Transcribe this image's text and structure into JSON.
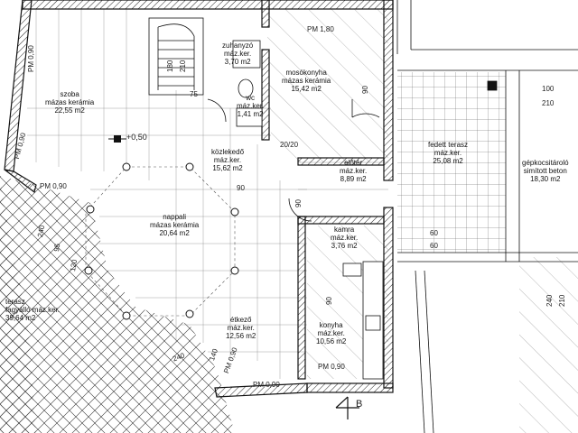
{
  "rooms": [
    {
      "key": "szoba",
      "name": "szoba",
      "floor": "mázas kerámia",
      "area": "22,55 m2"
    },
    {
      "key": "zuhanyzo",
      "name": "zuhanyzó",
      "floor": "máz.ker.",
      "area": "3,70 m2"
    },
    {
      "key": "wc",
      "name": "wc",
      "floor": "máz.ker.",
      "area": "1,41 m2"
    },
    {
      "key": "mosokonyha",
      "name": "mosókonyha",
      "floor": "mázas kerámia",
      "area": "15,42 m2"
    },
    {
      "key": "fedett-terasz",
      "name": "fedett terasz",
      "floor": "máz.ker.",
      "area": "25,08 m2"
    },
    {
      "key": "gepkocsitarolo",
      "name": "gépkocsitároló",
      "floor": "simított beton",
      "area": "18,30 m2"
    },
    {
      "key": "kozlekedo",
      "name": "közlekedő",
      "floor": "máz.ker.",
      "area": "15,62 m2"
    },
    {
      "key": "eloter",
      "name": "előtér",
      "floor": "máz.ker.",
      "area": "8,89 m2"
    },
    {
      "key": "nappali",
      "name": "nappali",
      "floor": "mázas kerámia",
      "area": "20,64 m2"
    },
    {
      "key": "kamra",
      "name": "kamra",
      "floor": "máz.ker.",
      "area": "3,76 m2"
    },
    {
      "key": "terasz",
      "name": "terasz",
      "floor": "fagyálló máz.ker.",
      "area": "39,64 m2"
    },
    {
      "key": "etkezo",
      "name": "étkező",
      "floor": "máz.ker.",
      "area": "12,56 m2"
    },
    {
      "key": "konyha",
      "name": "konyha",
      "floor": "máz.ker.",
      "area": "10,56 m2"
    }
  ],
  "dims": {
    "pm180a": "PM 1,80",
    "pm090a": "PM 0,90",
    "pm090b": "PM 0,90",
    "pm090c": "PM 0,90",
    "pm090d": "PM 0,90",
    "pm090e": "PM 0,90",
    "pm090f": "PM 0,90",
    "level": "+0,50",
    "d180": "180",
    "d210": "210",
    "d75": "75",
    "d90": "90",
    "d20": "20/20",
    "d100": "100",
    "d210b": "210",
    "d60": "60",
    "d60b": "60",
    "d240": "240",
    "d210c": "210",
    "d90b": "90",
    "d90c": "90",
    "d240b": "240",
    "d95": "95",
    "d120": "120",
    "d140": "140",
    "d240c": "240",
    "d90d": "90"
  },
  "section_marker": "B"
}
